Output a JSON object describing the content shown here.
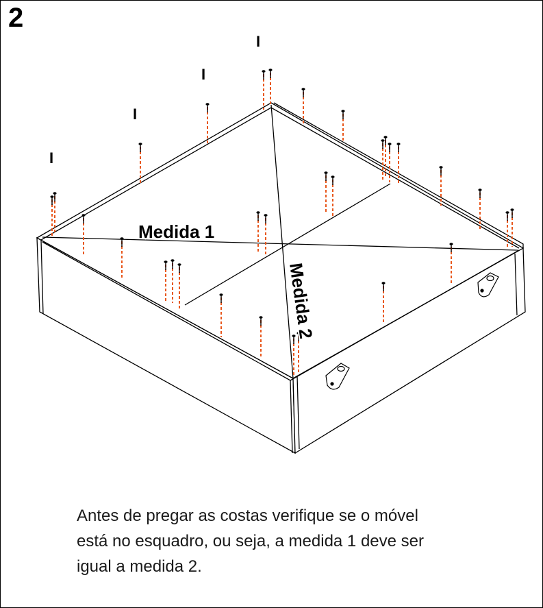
{
  "step_number": "2",
  "panel_marker": "I",
  "labels": {
    "measure_1": "Medida 1",
    "measure_2": "Medida 2"
  },
  "instruction": {
    "line_1": "Antes de pregar as costas verifique se o móvel",
    "line_2": "está no esquadro, ou seja, a medida 1 deve ser",
    "line_3": "igual a medida 2."
  },
  "colors": {
    "outline": "#000000",
    "nail_guide": "#e8571c",
    "nail_head": "#000000"
  },
  "icons": [
    "nail-icon",
    "bracket-icon"
  ]
}
